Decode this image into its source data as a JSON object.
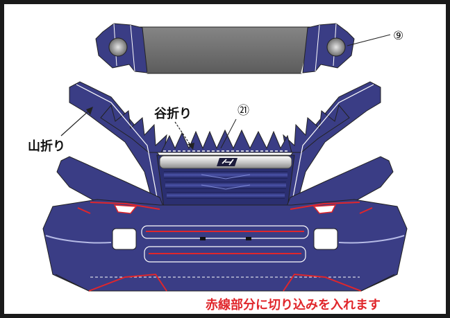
{
  "labels": {
    "part_9": "⑨",
    "part_21": "㉑",
    "valley_fold": "谷折り",
    "mountain_fold": "山折り",
    "cut_instruction": "赤線部分に切り込みを入れます"
  },
  "colors": {
    "navy": "#3a3d85",
    "dark_navy": "#23255e",
    "cut_line": "#e0262b",
    "gray_panel": "#6a6a6a",
    "grille": "#2b2f70",
    "frame": "#1a1a1a"
  },
  "icons": {
    "logo": "grille-emblem-icon",
    "headlamp": "headlamp-icon"
  }
}
